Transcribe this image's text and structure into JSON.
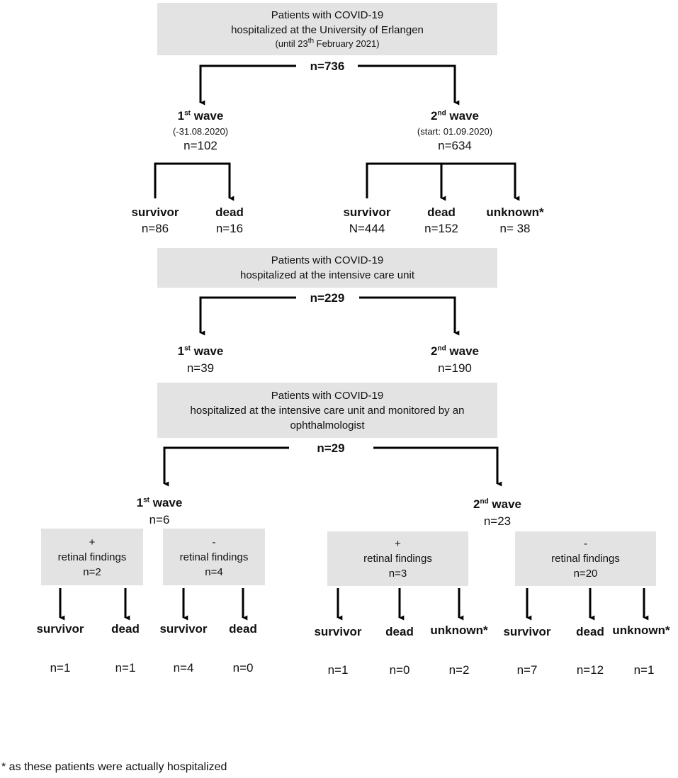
{
  "box1": {
    "line1": "Patients with COVID-19",
    "line2": "hospitalized at the University of Erlangen",
    "line3": "(until 23",
    "line3_sup": "th",
    "line3_end": " February 2021)"
  },
  "box1_n": "n=736",
  "w1": {
    "label": "1",
    "sup": "st",
    "label_end": " wave",
    "date": "(-31.08.2020)",
    "n": "n=102"
  },
  "w2": {
    "label": "2",
    "sup": "nd",
    "label_end": " wave",
    "date": "(start: 01.09.2020)",
    "n": "n=634"
  },
  "w1_out": [
    {
      "label": "survivor",
      "n": "n=86"
    },
    {
      "label": "dead",
      "n": "n=16"
    }
  ],
  "w2_out": [
    {
      "label": "survivor",
      "n": "N=444"
    },
    {
      "label": "dead",
      "n": "n=152"
    },
    {
      "label": "unknown*",
      "n": "n= 38"
    }
  ],
  "box2": {
    "line1": "Patients with COVID-19",
    "line2": "hospitalized at the intensive care unit"
  },
  "box2_n": "n=229",
  "icu_w1": {
    "label": "1",
    "sup": "st",
    "label_end": " wave",
    "n": "n=39"
  },
  "icu_w2": {
    "label": "2",
    "sup": "nd",
    "label_end": " wave",
    "n": "n=190"
  },
  "box3": {
    "line1": "Patients with COVID-19",
    "line2": "hospitalized at the intensive care unit and monitored by an",
    "line3": "ophthalmologist"
  },
  "box3_n": "n=29",
  "oph_w1": {
    "label": "1",
    "sup": "st",
    "label_end": " wave",
    "n": "n=6"
  },
  "oph_w2": {
    "label": "2",
    "sup": "nd",
    "label_end": " wave",
    "n": "n=23"
  },
  "rf": [
    {
      "sign": "+",
      "label": "retinal findings",
      "n": "n=2"
    },
    {
      "sign": "-",
      "label": "retinal findings",
      "n": "n=4"
    },
    {
      "sign": "+",
      "label": "retinal findings",
      "n": "n=3"
    },
    {
      "sign": "-",
      "label": "retinal findings",
      "n": "n=20"
    }
  ],
  "rf_out": [
    {
      "label": "survivor",
      "n": "n=1"
    },
    {
      "label": "dead",
      "n": "n=1"
    },
    {
      "label": "survivor",
      "n": "n=4"
    },
    {
      "label": "dead",
      "n": "n=0"
    },
    {
      "label": "survivor",
      "n": "n=1"
    },
    {
      "label": "dead",
      "n": "n=0"
    },
    {
      "label": "unknown*",
      "n": "n=2"
    },
    {
      "label": "survivor",
      "n": "n=7"
    },
    {
      "label": "dead",
      "n": "n=12"
    },
    {
      "label": "unknown*",
      "n": "n=1"
    }
  ],
  "footnote": "* as these patients were actually hospitalized"
}
